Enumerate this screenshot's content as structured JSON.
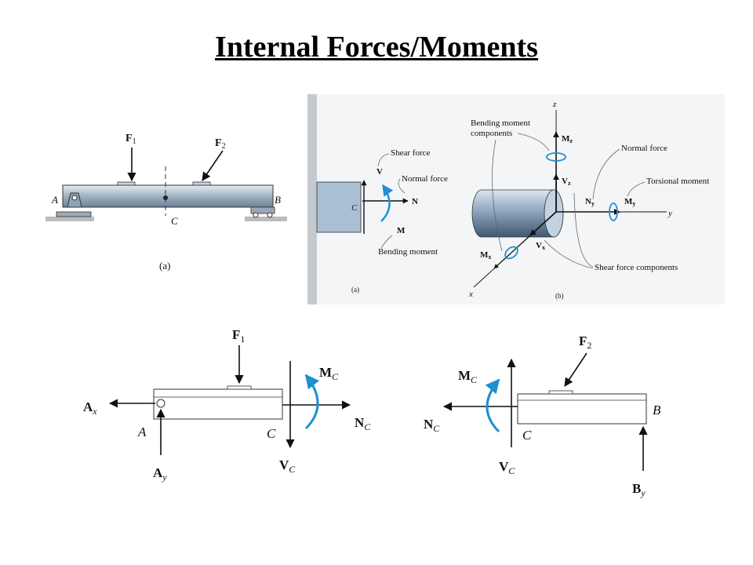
{
  "title": "Internal Forces/Moments",
  "fig_a": {
    "f1": "F",
    "f1_sub": "1",
    "f2": "F",
    "f2_sub": "2",
    "a": "A",
    "b": "B",
    "c": "C",
    "caption": "(a)"
  },
  "fig_section_a": {
    "shear": "Shear force",
    "normal": "Normal force",
    "bending": "Bending moment",
    "v": "V",
    "n": "N",
    "m": "M",
    "c": "C",
    "caption": "(a)"
  },
  "fig_b": {
    "bending_components_1": "Bending moment",
    "bending_components_2": "components",
    "normal": "Normal force",
    "torsional": "Torsional moment",
    "shear_components": "Shear force components",
    "z": "z",
    "y": "y",
    "x": "x",
    "mz": "M",
    "mz_sub": "z",
    "vz": "V",
    "vz_sub": "z",
    "ny": "N",
    "ny_sub": "y",
    "my": "M",
    "my_sub": "y",
    "mx": "M",
    "mx_sub": "x",
    "vx": "V",
    "vx_sub": "x",
    "caption": "(b)"
  },
  "fbd_left": {
    "f1": "F",
    "f1_sub": "1",
    "ax": "A",
    "ax_sub": "x",
    "ay": "A",
    "ay_sub": "y",
    "a": "A",
    "c": "C",
    "mc": "M",
    "mc_sub": "C",
    "nc": "N",
    "nc_sub": "C",
    "vc": "V",
    "vc_sub": "C"
  },
  "fbd_right": {
    "f2": "F",
    "f2_sub": "2",
    "mc": "M",
    "mc_sub": "C",
    "nc": "N",
    "nc_sub": "C",
    "vc": "V",
    "vc_sub": "C",
    "b": "B",
    "c": "C",
    "by": "B",
    "by_sub": "y"
  },
  "colors": {
    "moment": "#1f8fd0",
    "beam": "#b9c6d4",
    "panel": "#f3f5f7"
  }
}
